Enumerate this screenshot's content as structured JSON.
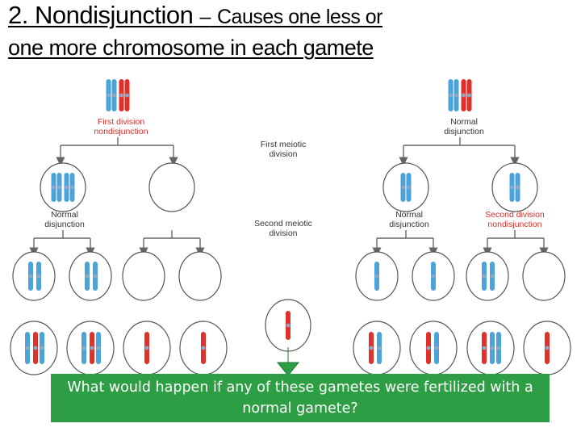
{
  "title": {
    "number": "2.",
    "main": "Nondisjunction",
    "dash": "–",
    "rest_line1": "Causes one less or",
    "line2": "one more chromosome in each gamete"
  },
  "left_panel": {
    "top_label": "First division nondisjunction",
    "mid_label": "Normal disjunction"
  },
  "center_labels": {
    "first": "First meiotic division",
    "second": "Second meiotic division"
  },
  "right_panel": {
    "top_label": "Normal disjunction",
    "mid_label": "Normal disjunction",
    "mid_label_right": "Second division nondisjunction"
  },
  "question": "What would happen if any of these gametes were fertilized with a normal gamete?",
  "colors": {
    "red_chromosome": "#e0302a",
    "blue_chromosome": "#4ba3d9",
    "label_red": "#d0312d",
    "question_bg": "#2e9e44"
  }
}
